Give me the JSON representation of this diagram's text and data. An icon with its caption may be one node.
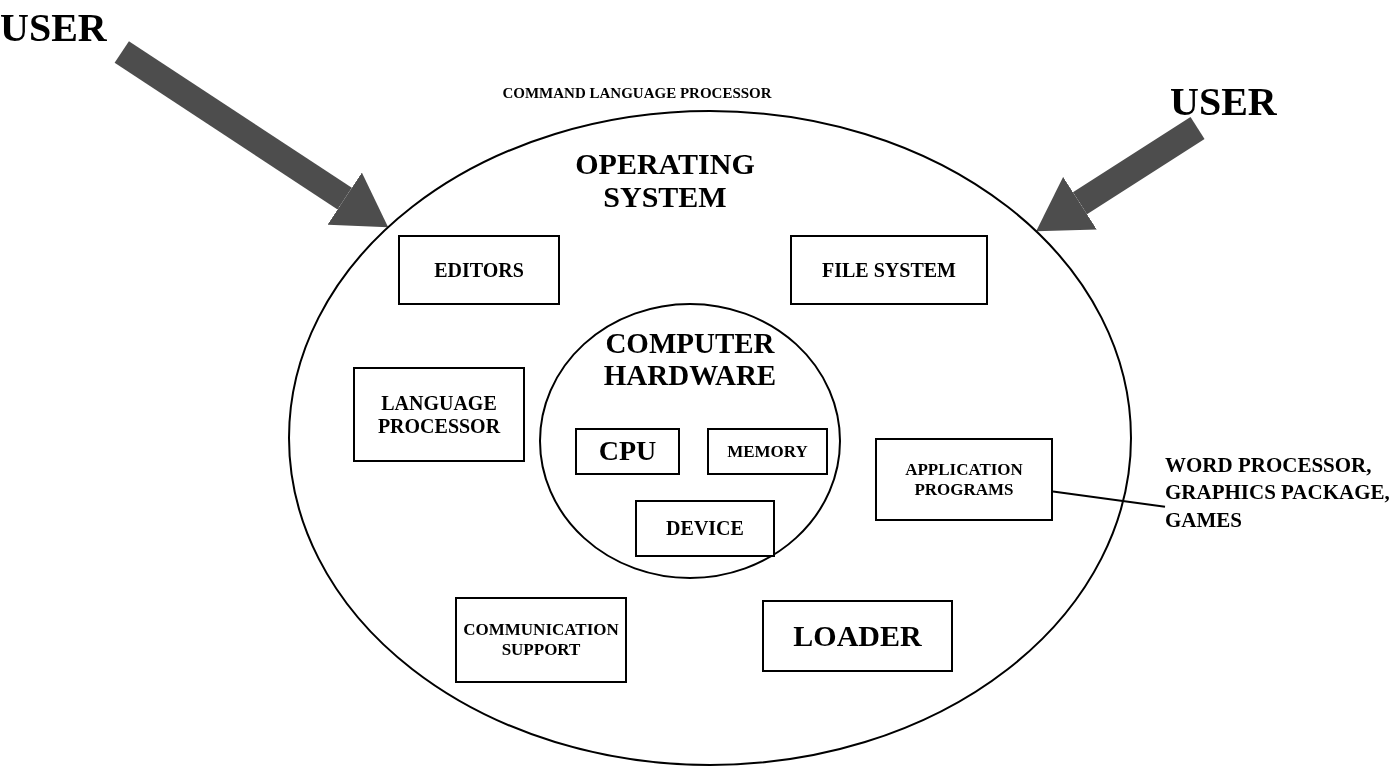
{
  "diagram": {
    "nodes": [
      {
        "text": [
          "USER"
        ]
      },
      {
        "text": [
          "COMMAND LANGUAGE PROCESSOR",
          "OPERATING SYSTEM"
        ]
      },
      {
        "text": [
          "EDITORS"
        ],
        "in": 1
      },
      {
        "text": [
          "FILE SYSTEM"
        ],
        "in": 1
      },
      {
        "text": [
          "COMPUTER HARDWARE"
        ],
        "in": 1
      },
      {
        "text": [
          "LANGUAGE PROCESSOR"
        ],
        "in": 1
      },
      {
        "text": [
          "CPU"
        ],
        "in": 4
      },
      {
        "text": [
          "MEMORY"
        ],
        "in": 4
      },
      {
        "text": [
          "APPLICATION PROGRAMS"
        ],
        "in": 1
      },
      {
        "text": [
          "DEVICE"
        ],
        "in": 4
      },
      {
        "text": [
          "COMMUNICATION SUPPORT"
        ],
        "in": 1
      },
      {
        "text": [
          "LOADER"
        ],
        "in": 1
      },
      {
        "text": [
          "WORD PROCESSOR, GRAPHICS PACKAGE, GAMES"
        ]
      },
      {
        "text": [
          "USER"
        ]
      }
    ],
    "edges": [
      {
        "from": 0,
        "to": 1,
        "arrow": "to"
      },
      {
        "from": 13,
        "to": 1,
        "arrow": "to"
      },
      {
        "from": 8,
        "to": 12,
        "arrow": "none",
        "color": "#000000"
      }
    ]
  }
}
